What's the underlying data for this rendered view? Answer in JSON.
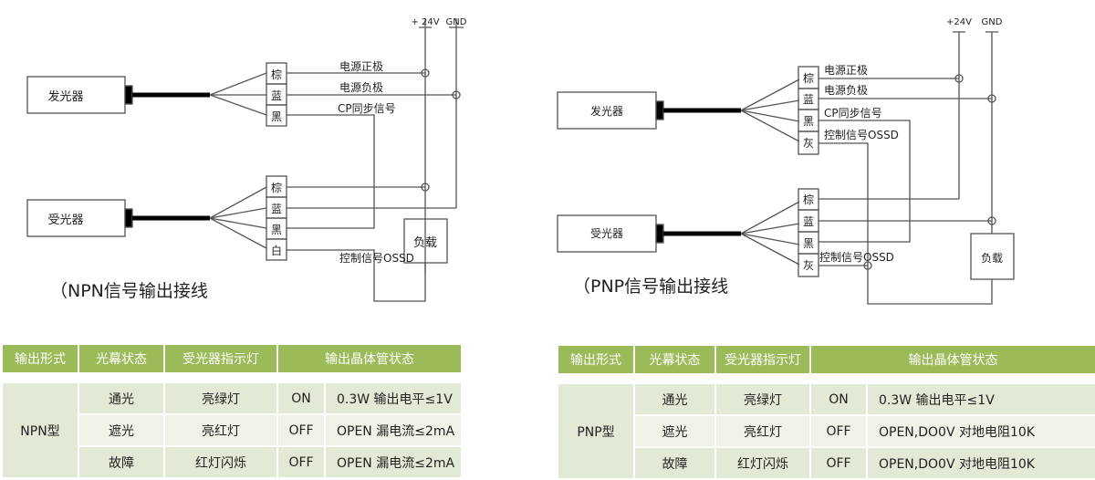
{
  "npn": {
    "emitter": "发光器",
    "receiver": "受光器",
    "v24": "+ 24V",
    "gnd": "GND",
    "load": "负载",
    "emitter_wires": [
      "棕",
      "蓝",
      "黑"
    ],
    "emitter_labels": [
      "电源正极",
      "电源负极",
      "CP同步信号"
    ],
    "receiver_wires": [
      "棕",
      "蓝",
      "黑",
      "白"
    ],
    "receiver_label": "控制信号OSSD",
    "caption": "（NPN信号输出接线"
  },
  "pnp": {
    "emitter": "发光器",
    "receiver": "受光器",
    "v24": "+24V",
    "gnd": "GND",
    "load": "负载",
    "emitter_wires": [
      "棕",
      "蓝",
      "黑",
      "灰"
    ],
    "emitter_labels": [
      "电源正极",
      "电源负极",
      "CP同步信号",
      "控制信号OSSD"
    ],
    "receiver_wires": [
      "棕",
      "蓝",
      "黑",
      "灰"
    ],
    "receiver_label": "控制信号OSSD",
    "caption": "（PNP信号输出接线"
  },
  "headers": [
    "输出形式",
    "光幕状态",
    "受光器指示灯",
    "输出晶体管状态"
  ],
  "npn_table": {
    "type": "NPN型",
    "rows": [
      [
        "通光",
        "亮绿灯",
        "ON",
        "0.3W 输出电平≤1V"
      ],
      [
        "遮光",
        "亮红灯",
        "OFF",
        "OPEN 漏电流≤2mA"
      ],
      [
        "故障",
        "红灯闪烁",
        "OFF",
        "OPEN 漏电流≤2mA"
      ]
    ]
  },
  "pnp_table": {
    "type": "PNP型",
    "rows": [
      [
        "通光",
        "亮绿灯",
        "ON",
        "0.3W 输出电平≤1V"
      ],
      [
        "遮光",
        "亮红灯",
        "OFF",
        "OPEN,DO0V 对地电阻10K"
      ],
      [
        "故障",
        "红灯闪烁",
        "OFF",
        "OPEN,DO0V 对地电阻10K"
      ]
    ]
  }
}
